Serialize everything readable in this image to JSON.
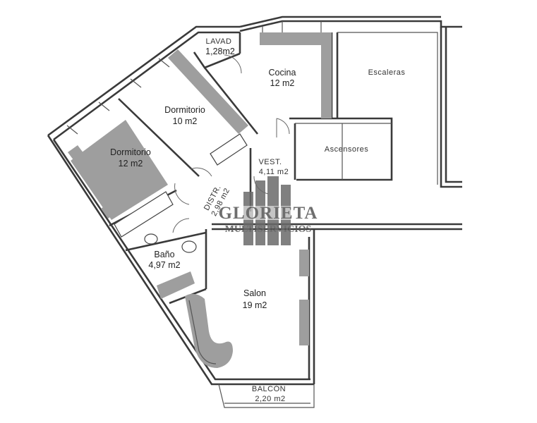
{
  "rooms": {
    "lavadero": {
      "name": "LAVAD",
      "area": "1,28m2"
    },
    "cocina": {
      "name": "Cocina",
      "area": "12 m2"
    },
    "escaleras": {
      "name": "Escaleras"
    },
    "dormitorio1": {
      "name": "Dormitorio",
      "area": "10 m2"
    },
    "dormitorio2": {
      "name": "Dormitorio",
      "area": "12 m2"
    },
    "ascensores": {
      "name": "Ascensores"
    },
    "vestibulo": {
      "name": "VEST.",
      "area": "4,11 m2"
    },
    "distribuidor": {
      "name": "DISTR.",
      "area": "2,98 m2"
    },
    "bano": {
      "name": "Baño",
      "area": "4,97 m2"
    },
    "salon": {
      "name": "Salon",
      "area": "19 m2"
    },
    "balcon": {
      "name": "BALCÓN",
      "area": "2,20 m2"
    }
  },
  "watermark": {
    "title": "GLORIETA",
    "subtitle": "MULTISERVICIOS"
  },
  "colors": {
    "wall": "#3a3a3a",
    "furniture": "#9e9e9e",
    "watermark": "#555555"
  }
}
